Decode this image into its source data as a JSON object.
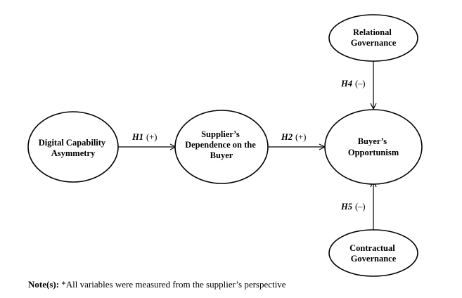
{
  "nodes": {
    "digital_capability": {
      "lines": [
        "Digital Capability",
        "Asymmetry"
      ]
    },
    "supplier_dependence": {
      "lines": [
        "Supplier’s",
        "Dependence on the",
        "Buyer"
      ]
    },
    "buyers_opportunism": {
      "lines": [
        "Buyer’s",
        "Opportunism"
      ]
    },
    "relational_governance": {
      "lines": [
        "Relational",
        "Governance"
      ]
    },
    "contractual_governance": {
      "lines": [
        "Contractual",
        "Governance"
      ]
    }
  },
  "hypotheses": {
    "h1": {
      "id": "H1",
      "sign": "(+)"
    },
    "h2": {
      "id": "H2",
      "sign": "(+)"
    },
    "h4": {
      "id": "H4",
      "sign": "(–)"
    },
    "h5": {
      "id": "H5",
      "sign": "(–)"
    }
  },
  "note": {
    "prefix": "Note(s):",
    "text": "*All variables were measured from the supplier’s perspective"
  }
}
